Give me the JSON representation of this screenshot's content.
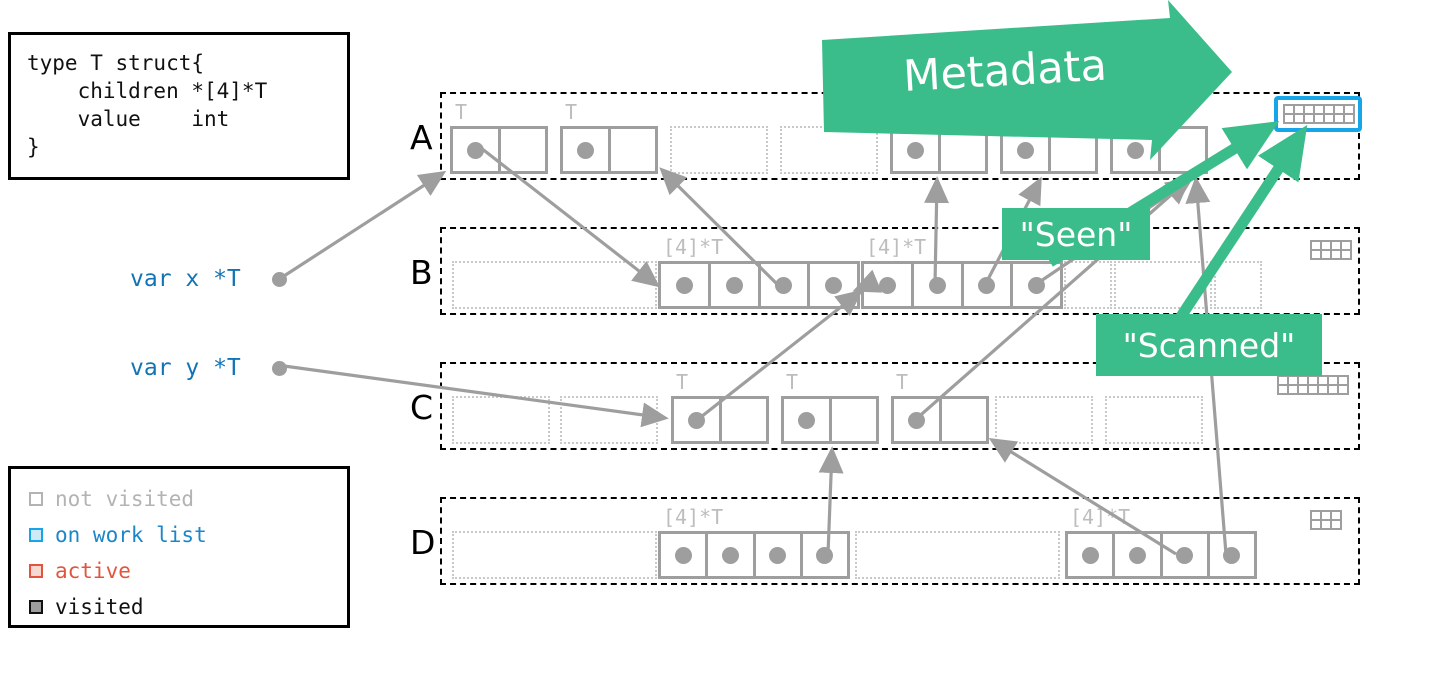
{
  "code_box": {
    "name": "go-type-declaration",
    "text": "type T struct{\n    children *[4]*T\n    value    int\n}"
  },
  "legend": {
    "title": "object state legend",
    "items": [
      {
        "label": "not visited",
        "swatch_border": "#b3b3b3",
        "swatch_fill": "#ffffff"
      },
      {
        "label": "on work list",
        "swatch_border": "#16a5e8",
        "swatch_fill": "#cfe9f7"
      },
      {
        "label": "active",
        "swatch_border": "#e2553d",
        "swatch_fill": "#f7d8d2"
      },
      {
        "label": "visited",
        "swatch_border": "#111111",
        "swatch_fill": "#9e9e9e"
      }
    ]
  },
  "variables": [
    {
      "label": "var x *T",
      "color": "#1273b5"
    },
    {
      "label": "var y *T",
      "color": "#1273b5"
    }
  ],
  "callouts": {
    "metadata": "Metadata",
    "seen": "\"Seen\"",
    "scanned": "\"Scanned\"",
    "accent": "#3bbd8b"
  },
  "colors": {
    "object_outline": "#9e9e9e",
    "pointer_dot": "#9e9e9e",
    "free_block": "#c9c9c9",
    "band_outline": "#000000",
    "highlight_blue": "#16a5e8",
    "green": "#3bbd8b",
    "blue_text": "#1273b5",
    "type_label": "#bdbdbd"
  },
  "rows": [
    {
      "letter": "A",
      "size_class": "T",
      "metadata": {
        "cols": 7,
        "rows": 2,
        "highlighted": true,
        "state": "on work list"
      },
      "slots": [
        {
          "kind": "object",
          "type_label": "T",
          "cells": 2,
          "dots": [
            0
          ]
        },
        {
          "kind": "object",
          "type_label": "T",
          "cells": 2,
          "dots": [
            0
          ]
        },
        {
          "kind": "free"
        },
        {
          "kind": "free"
        },
        {
          "kind": "object",
          "type_label": "",
          "cells": 2,
          "dots": [
            0
          ]
        },
        {
          "kind": "object",
          "type_label": "",
          "cells": 2,
          "dots": [
            0
          ]
        },
        {
          "kind": "object",
          "type_label": "",
          "cells": 2,
          "dots": [
            0
          ]
        }
      ]
    },
    {
      "letter": "B",
      "size_class": "[4]*T",
      "metadata": {
        "cols": 4,
        "rows": 2,
        "highlighted": false,
        "state": "not visited"
      },
      "slots": [
        {
          "kind": "free"
        },
        {
          "kind": "object",
          "type_label": "[4]*T",
          "cells": 4,
          "dots": [
            0,
            1,
            2,
            3
          ]
        },
        {
          "kind": "object",
          "type_label": "[4]*T",
          "cells": 4,
          "dots": [
            0,
            1,
            2,
            3
          ]
        },
        {
          "kind": "free"
        },
        {
          "kind": "free"
        },
        {
          "kind": "free"
        }
      ]
    },
    {
      "letter": "C",
      "size_class": "T",
      "metadata": {
        "cols": 7,
        "rows": 2,
        "highlighted": false,
        "state": "not visited"
      },
      "slots": [
        {
          "kind": "free"
        },
        {
          "kind": "free"
        },
        {
          "kind": "object",
          "type_label": "T",
          "cells": 2,
          "dots": [
            0
          ]
        },
        {
          "kind": "object",
          "type_label": "T",
          "cells": 2,
          "dots": [
            0
          ]
        },
        {
          "kind": "object",
          "type_label": "T",
          "cells": 2,
          "dots": [
            0
          ]
        },
        {
          "kind": "free"
        },
        {
          "kind": "free"
        }
      ]
    },
    {
      "letter": "D",
      "size_class": "[4]*T",
      "metadata": {
        "cols": 3,
        "rows": 2,
        "highlighted": false,
        "state": "not visited"
      },
      "slots": [
        {
          "kind": "free"
        },
        {
          "kind": "object",
          "type_label": "[4]*T",
          "cells": 4,
          "dots": [
            0,
            1,
            2,
            3
          ]
        },
        {
          "kind": "free"
        },
        {
          "kind": "object",
          "type_label": "[4]*T",
          "cells": 4,
          "dots": [
            0,
            1,
            2,
            3
          ]
        }
      ]
    }
  ]
}
